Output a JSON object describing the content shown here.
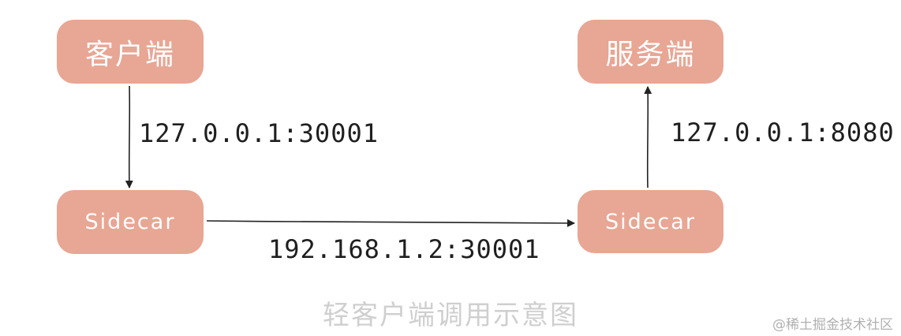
{
  "nodes": {
    "client": "客户端",
    "server": "服务端",
    "sidecar_left": "Sidecar",
    "sidecar_right": "Sidecar"
  },
  "edges": {
    "client_to_sidecar": "127.0.0.1:30001",
    "sidecar_to_sidecar": "192.168.1.2:30001",
    "sidecar_to_server": "127.0.0.1:8080"
  },
  "caption": "轻客户端调用示意图",
  "watermark": "@稀土掘金技术社区",
  "colors": {
    "node_fill": "#E8A694",
    "node_text": "#FFFFFF",
    "edge": "#222222",
    "caption": "#CFCFCF"
  }
}
